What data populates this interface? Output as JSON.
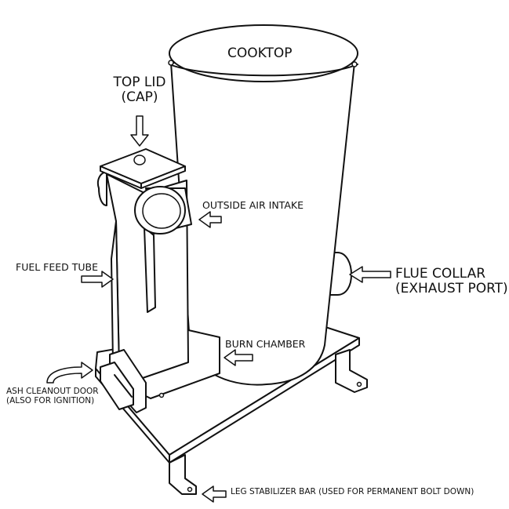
{
  "labels": {
    "cooktop": "COOKTOP",
    "top_lid_line1": "TOP LID",
    "top_lid_line2": "(CAP)",
    "outside_air_intake": "OUTSIDE AIR INTAKE",
    "fuel_feed_tube": "FUEL FEED TUBE",
    "flue_collar_line1": "FLUE COLLAR",
    "flue_collar_line2": "(EXHAUST PORT)",
    "burn_chamber": "BURN CHAMBER",
    "ash_cleanout_line1": "ASH CLEANOUT DOOR",
    "ash_cleanout_line2": "(ALSO FOR IGNITION)",
    "leg_stabilizer": "LEG STABILIZER BAR (USED FOR PERMANENT BOLT DOWN)"
  },
  "colors": {
    "line": "#111111",
    "background": "#ffffff"
  },
  "icons": [
    "hollow-arrow-icon"
  ]
}
